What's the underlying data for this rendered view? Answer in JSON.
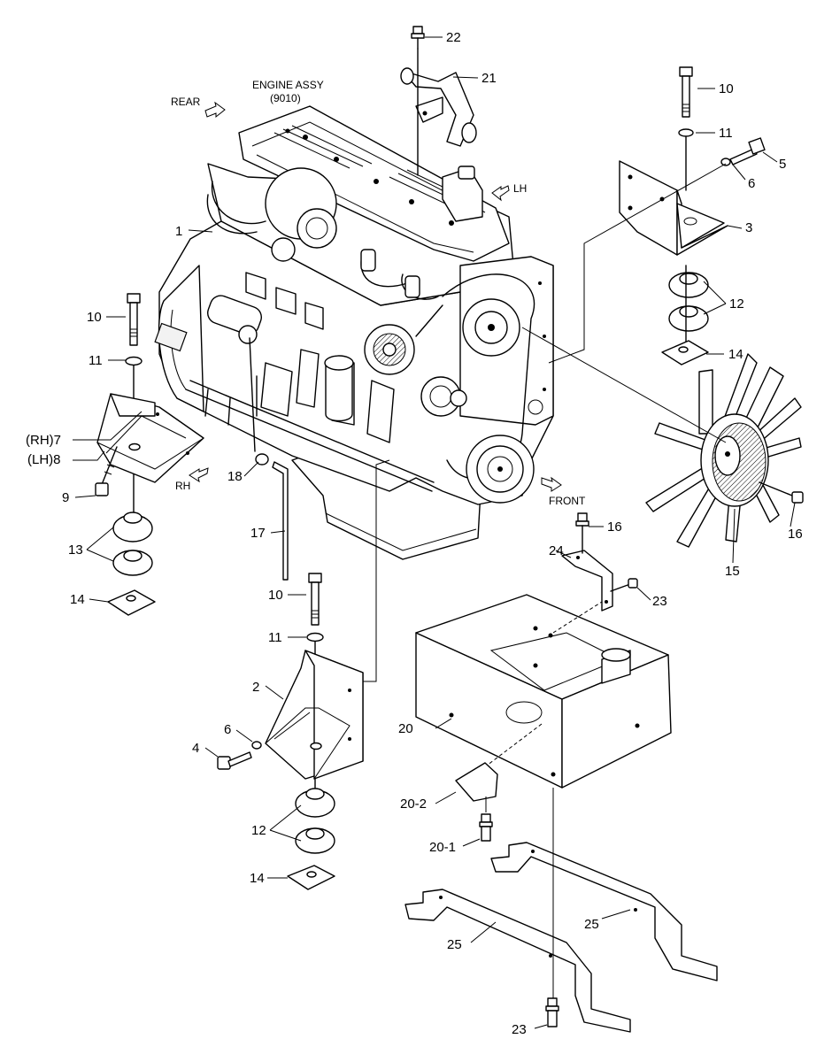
{
  "diagram": {
    "engine_title_line1": "ENGINE ASSY",
    "engine_title_line2": "(9010)",
    "directions": {
      "rear": "REAR",
      "lh": "LH",
      "rh": "RH",
      "front": "FRONT"
    },
    "callouts": {
      "c1": "1",
      "c2": "2",
      "c3": "3",
      "c4": "4",
      "c5": "5",
      "c6a": "6",
      "c6b": "6",
      "c7": "(RH)7",
      "c8": "(LH)8",
      "c9": "9",
      "c10a": "10",
      "c10b": "10",
      "c10c": "10",
      "c11a": "11",
      "c11b": "11",
      "c11c": "11",
      "c12a": "12",
      "c12b": "12",
      "c13": "13",
      "c14a": "14",
      "c14b": "14",
      "c14c": "14",
      "c15": "15",
      "c16a": "16",
      "c16b": "16",
      "c17": "17",
      "c18": "18",
      "c20": "20",
      "c20_1": "20-1",
      "c20_2": "20-2",
      "c21": "21",
      "c22": "22",
      "c23a": "23",
      "c23b": "23",
      "c24": "24",
      "c25a": "25",
      "c25b": "25"
    }
  }
}
